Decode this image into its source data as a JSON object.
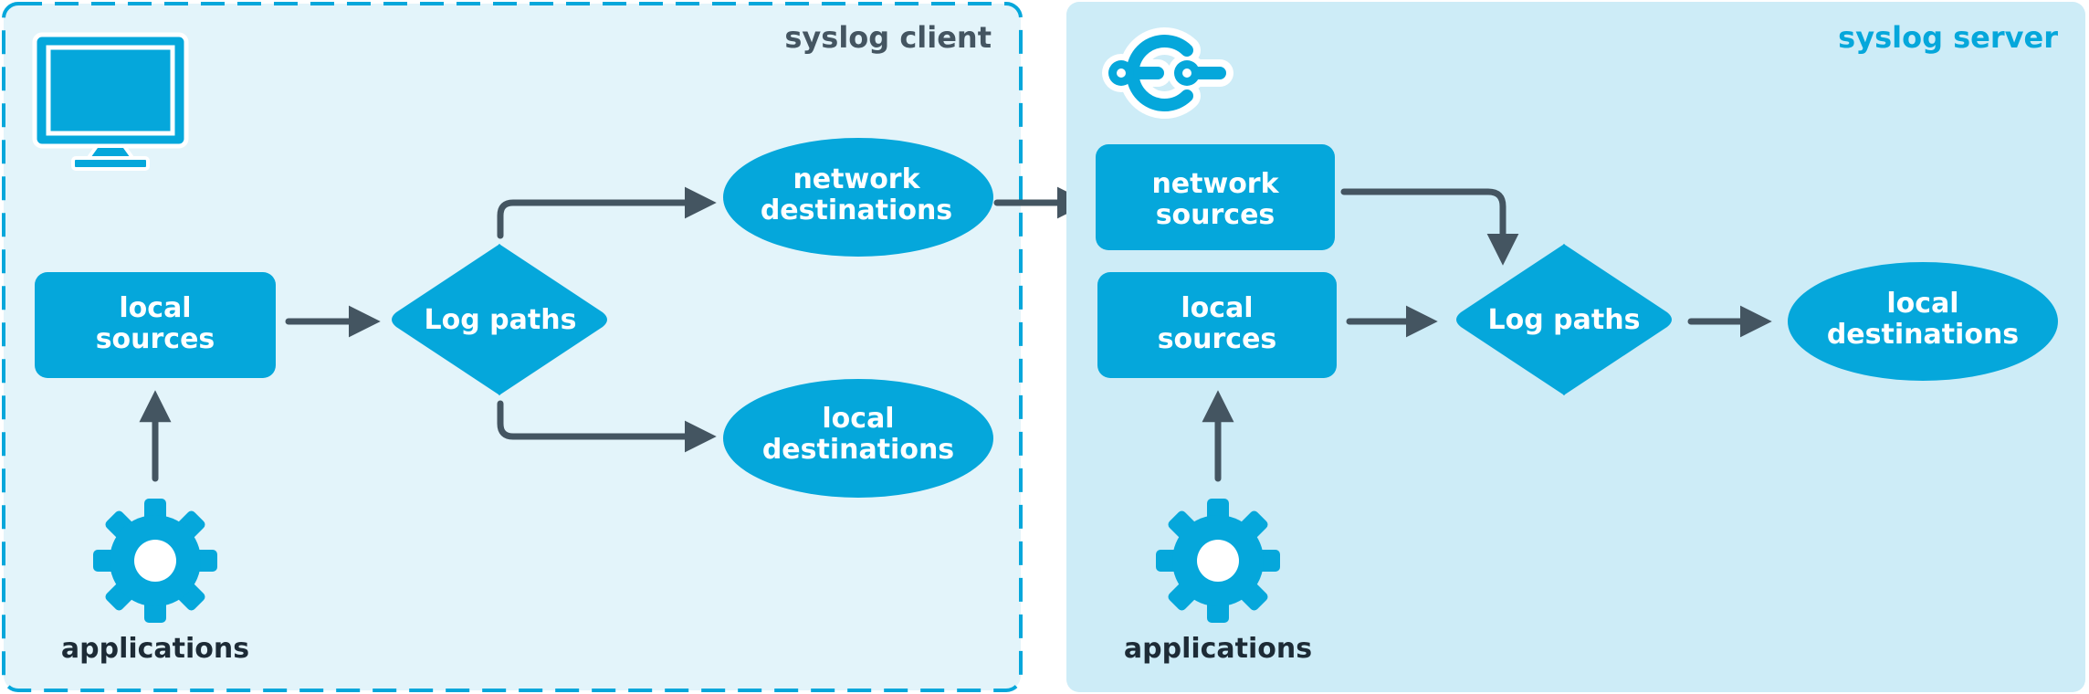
{
  "client": {
    "title": "syslog client",
    "network_destinations": [
      "network",
      "destinations"
    ],
    "local_sources": [
      "local",
      "sources"
    ],
    "log_paths": "Log paths",
    "local_destinations": [
      "local",
      "destinations"
    ],
    "applications": "applications",
    "icon": "monitor-icon"
  },
  "server": {
    "title": "syslog server",
    "network_sources": [
      "network",
      "sources"
    ],
    "local_sources": [
      "local",
      "sources"
    ],
    "log_paths": "Log paths",
    "local_destinations": [
      "local",
      "destinations"
    ],
    "applications": "applications",
    "icon": "socket-connector-icon"
  },
  "colors": {
    "node_fill": "#05a7db",
    "edge": "#445561",
    "client_panel_bg": "#e3f4fa",
    "client_panel_border": "#05a7db",
    "server_panel_bg": "#cdecf7",
    "client_title": "#445561",
    "server_title": "#05a7db",
    "label_dark": "#1d2b36"
  }
}
